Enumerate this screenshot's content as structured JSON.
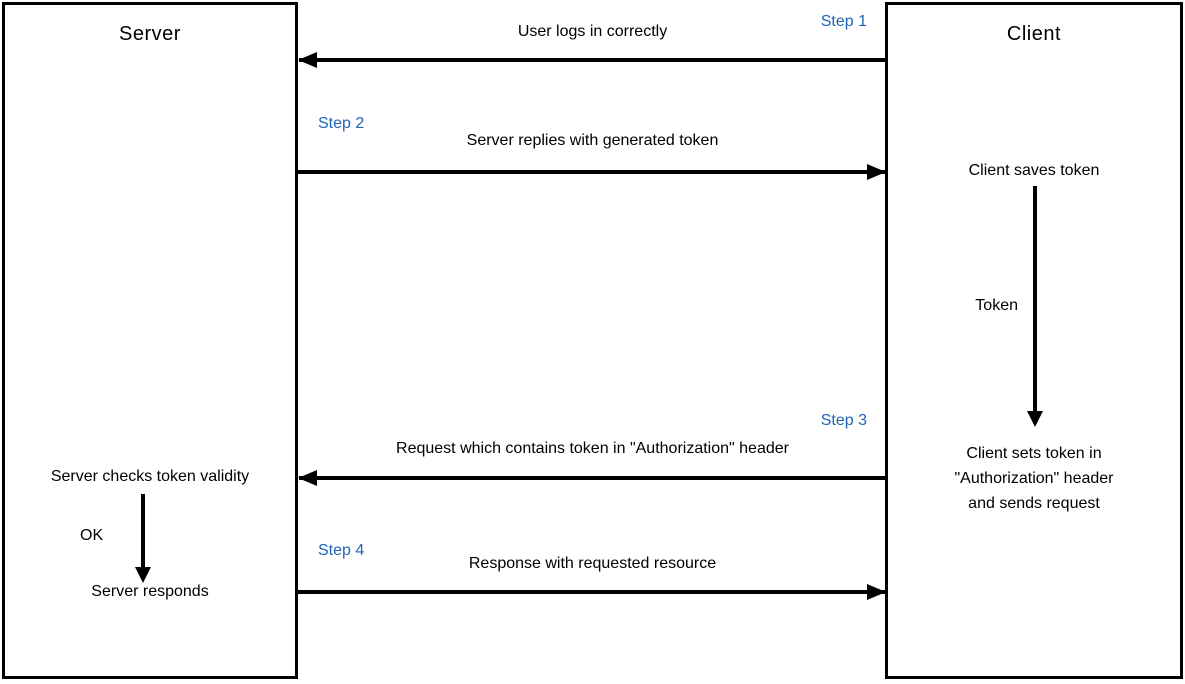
{
  "diagram": {
    "type": "sequence-diagram",
    "server": {
      "title": "Server",
      "check_text": "Server checks token validity",
      "flow_label": "OK",
      "respond_text": "Server responds"
    },
    "client": {
      "title": "Client",
      "save_text": "Client saves token",
      "flow_label": "Token",
      "set_header_text": "Client sets token in\n\"Authorization\" header\nand sends request"
    },
    "steps": [
      {
        "label": "Step 1",
        "message": "User logs in correctly",
        "direction": "client-to-server"
      },
      {
        "label": "Step 2",
        "message": "Server replies with generated token",
        "direction": "server-to-client"
      },
      {
        "label": "Step 3",
        "message": "Request which contains token in \"Authorization\" header",
        "direction": "client-to-server"
      },
      {
        "label": "Step 4",
        "message": "Response with requested resource",
        "direction": "server-to-client"
      }
    ],
    "colors": {
      "step_label": "#2063B5",
      "line": "#000000",
      "background": "#FFFFFF"
    }
  }
}
